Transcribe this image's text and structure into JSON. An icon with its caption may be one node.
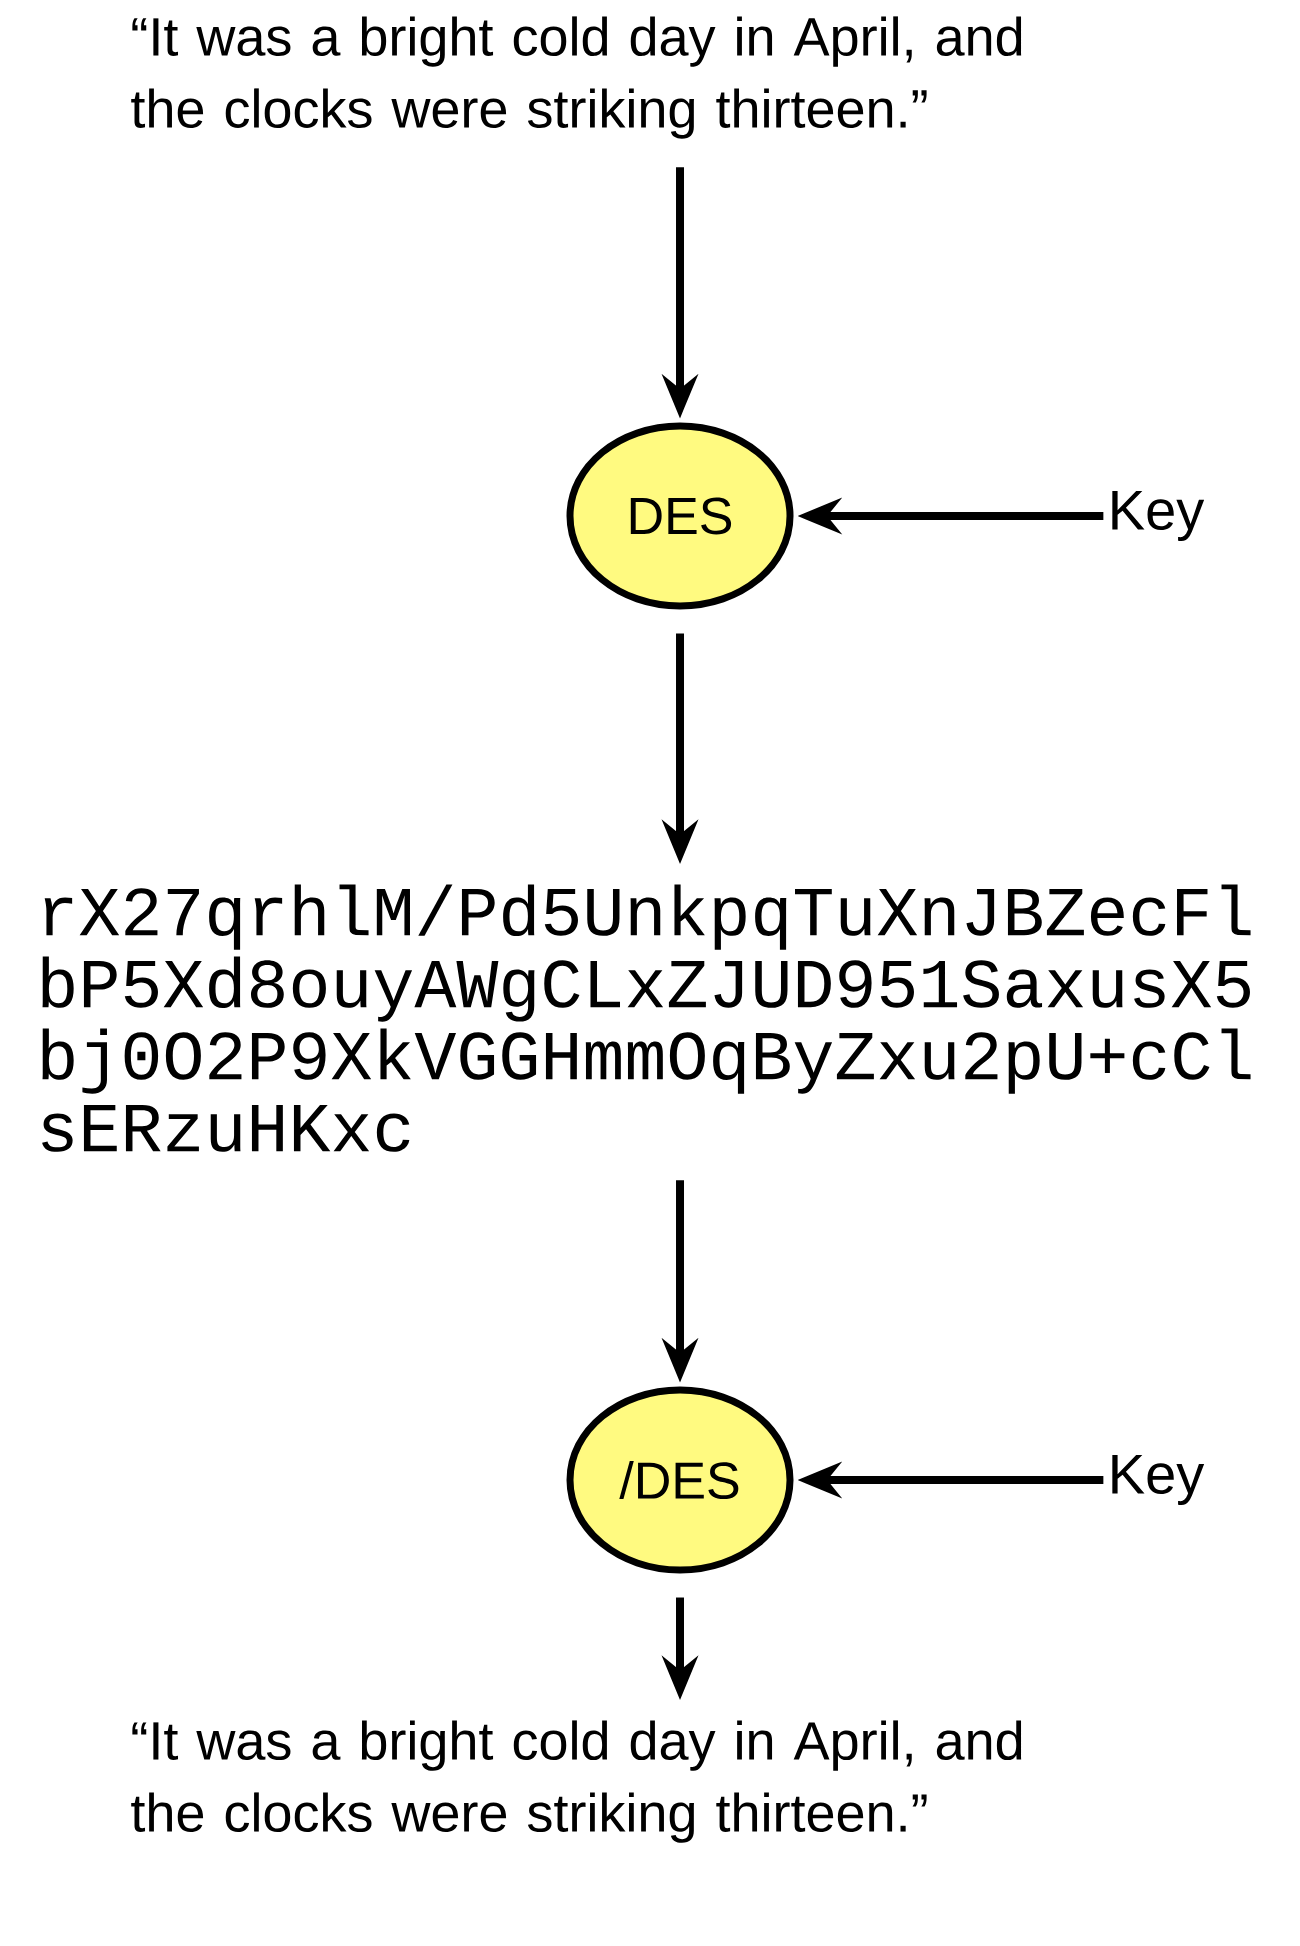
{
  "diagram": {
    "nodes": [
      {
        "text": [
          "“It was a bright cold day in April, and the clocks were striking thirteen.”"
        ]
      },
      {
        "text": [
          "DES"
        ]
      },
      {
        "text": [
          "Key"
        ]
      },
      {
        "text": [
          "rX27qrhlM/Pd5UnkpqTuXnJBZecFlbP5Xd8ouyAWgCLxZJUD951SaxusX5bj0O2P9XkVGGHmmOqByZxu2pU+cClsERzuHKxc"
        ]
      },
      {
        "text": [
          "/DES"
        ]
      },
      {
        "text": [
          "Key"
        ]
      },
      {
        "text": [
          "“It was a bright cold day in April, and the clocks were striking thirteen.”"
        ]
      }
    ],
    "edges": [
      {
        "from": 0,
        "to": 1,
        "arrow": "to"
      },
      {
        "from": 2,
        "to": 1,
        "arrow": "to"
      },
      {
        "from": 1,
        "to": 3,
        "arrow": "to"
      },
      {
        "from": 3,
        "to": 4,
        "arrow": "to"
      },
      {
        "from": 5,
        "to": 4,
        "arrow": "to"
      },
      {
        "from": 4,
        "to": 6,
        "arrow": "to"
      }
    ]
  }
}
